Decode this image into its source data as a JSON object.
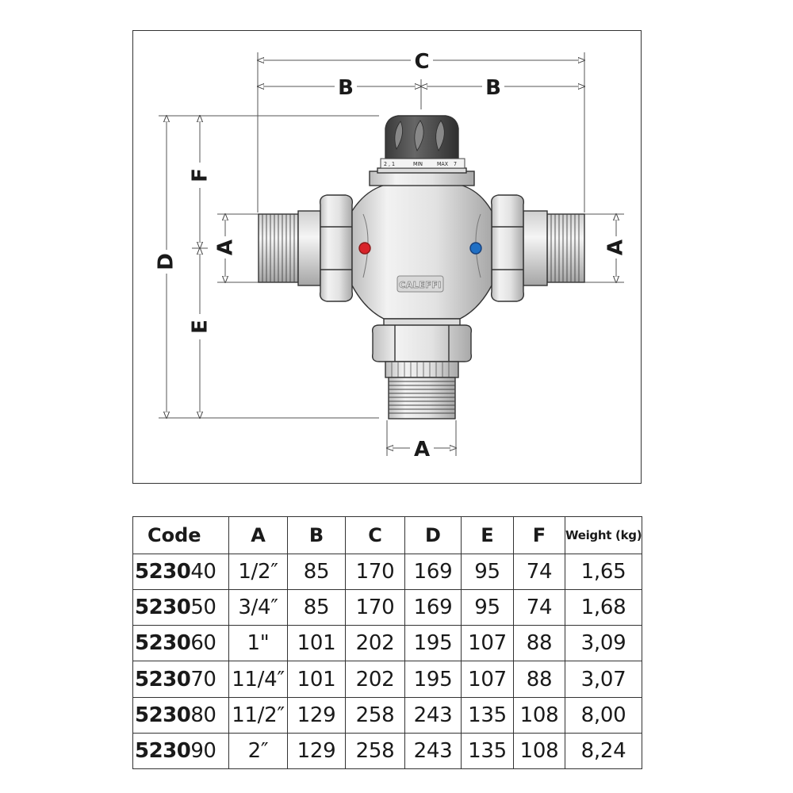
{
  "diagram": {
    "dimension_labels": {
      "c_top": "C",
      "b_left": "B",
      "b_right": "B",
      "d": "D",
      "f": "F",
      "e": "E",
      "a_left": "A",
      "a_right": "A",
      "a_bottom": "A"
    },
    "knob_scale": {
      "left": "2 , 1",
      "min": "MIN",
      "max": "MAX",
      "right": "7"
    },
    "brand": "CALEFFI",
    "colors": {
      "hot": "#d8232a",
      "cold": "#1f6fc4",
      "knob": "#4a4a4a",
      "body": "#e6e6e6"
    }
  },
  "table": {
    "headers": [
      "Code",
      "A",
      "B",
      "C",
      "D",
      "E",
      "F",
      "Weight (kg)"
    ],
    "rows": [
      {
        "code_prefix": "5230",
        "code_suffix": "40",
        "a": "1/2″",
        "b": "85",
        "c": "170",
        "d": "169",
        "e": "95",
        "f": "74",
        "weight": "1,65"
      },
      {
        "code_prefix": "5230",
        "code_suffix": "50",
        "a": "3/4″",
        "b": "85",
        "c": "170",
        "d": "169",
        "e": "95",
        "f": "74",
        "weight": "1,68"
      },
      {
        "code_prefix": "5230",
        "code_suffix": "60",
        "a": "1\"",
        "b": "101",
        "c": "202",
        "d": "195",
        "e": "107",
        "f": "88",
        "weight": "3,09"
      },
      {
        "code_prefix": "5230",
        "code_suffix": "70",
        "a": "11/4″",
        "b": "101",
        "c": "202",
        "d": "195",
        "e": "107",
        "f": "88",
        "weight": "3,07"
      },
      {
        "code_prefix": "5230",
        "code_suffix": "80",
        "a": "11/2″",
        "b": "129",
        "c": "258",
        "d": "243",
        "e": "135",
        "f": "108",
        "weight": "8,00"
      },
      {
        "code_prefix": "5230",
        "code_suffix": "90",
        "a": "2″",
        "b": "129",
        "c": "258",
        "d": "243",
        "e": "135",
        "f": "108",
        "weight": "8,24"
      }
    ]
  }
}
